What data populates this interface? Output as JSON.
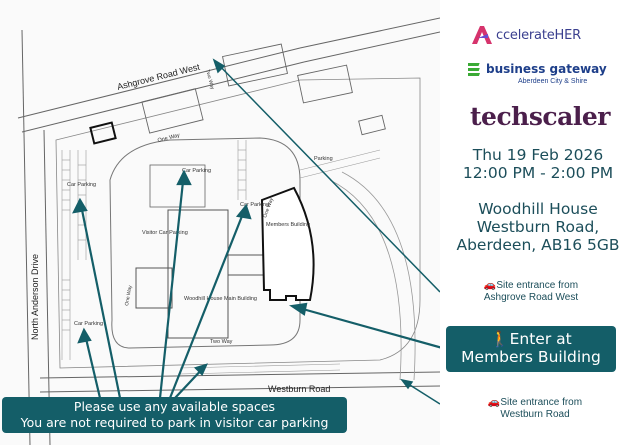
{
  "map": {
    "roads": {
      "ashgrove": "Ashgrove Road West",
      "westburn": "Westburn Road",
      "north_anderson": "North Anderson Drive",
      "two_way_top": "Two Way",
      "two_way_bottom": "Two Way",
      "one_way_top": "One Way",
      "one_way_left": "One Way",
      "one_way_right": "One Way"
    },
    "parking_labels": {
      "car_parking_left": "Car Parking",
      "car_parking_center": "Car Parking",
      "car_parking_mid": "Car Parking",
      "car_parking_lower_left": "Car Parking",
      "parking_right": "Parking",
      "visitor_car_parking": "Visitor Car Parking"
    },
    "buildings": {
      "members": "Members Building",
      "woodhill_main": "Woodhill House Main Building"
    }
  },
  "logos": {
    "accelerate_prefix": "A",
    "accelerate_main": "ccelerate",
    "accelerate_suffix": "HER",
    "business_gateway": "business gateway",
    "business_gateway_sub": "Aberdeen City & Shire",
    "techscaler": "techscaler"
  },
  "event": {
    "date": "Thu 19 Feb 2026",
    "time": "12:00 PM - 2:00 PM",
    "venue_line1": "Woodhill House",
    "venue_line2": "Westburn Road,",
    "venue_line3": "Aberdeen, AB16 5GB"
  },
  "notes": {
    "ashgrove_line1": "🚗Site entrance from",
    "ashgrove_line2": "Ashgrove Road West",
    "westburn_line1": "🚗Site entrance from",
    "westburn_line2": "Westburn Road",
    "enter_line1": "🚶Enter at",
    "enter_line2": "Members Building",
    "parking_line1": "Please use any available spaces",
    "parking_line2": "You are not required to park in visitor car parking"
  },
  "colors": {
    "teal_dark": "#145e68",
    "text_teal": "#1c4e5a",
    "map_line": "#555555",
    "building_outline": "#111111",
    "accelerate_blue": "#3a3f8f",
    "accelerate_pink": "#d6336c",
    "business_gateway_blue": "#1e3f8a",
    "business_gateway_green": "#3aaa35",
    "techscaler_purple": "#4b1f4b"
  }
}
